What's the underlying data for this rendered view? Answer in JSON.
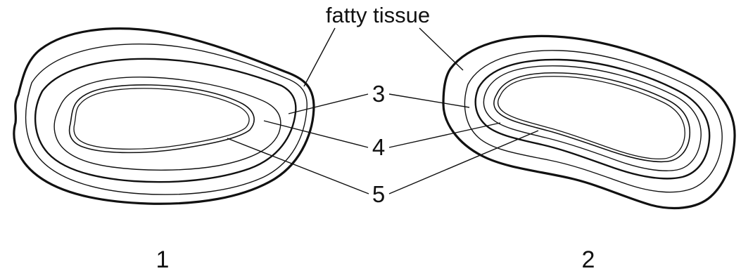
{
  "labels": {
    "fatty_tissue": "fatty tissue",
    "layer_3": "3",
    "layer_4": "4",
    "layer_5": "5",
    "figure_1": "1",
    "figure_2": "2"
  },
  "colors": {
    "line": "#111111",
    "background": "#ffffff"
  }
}
